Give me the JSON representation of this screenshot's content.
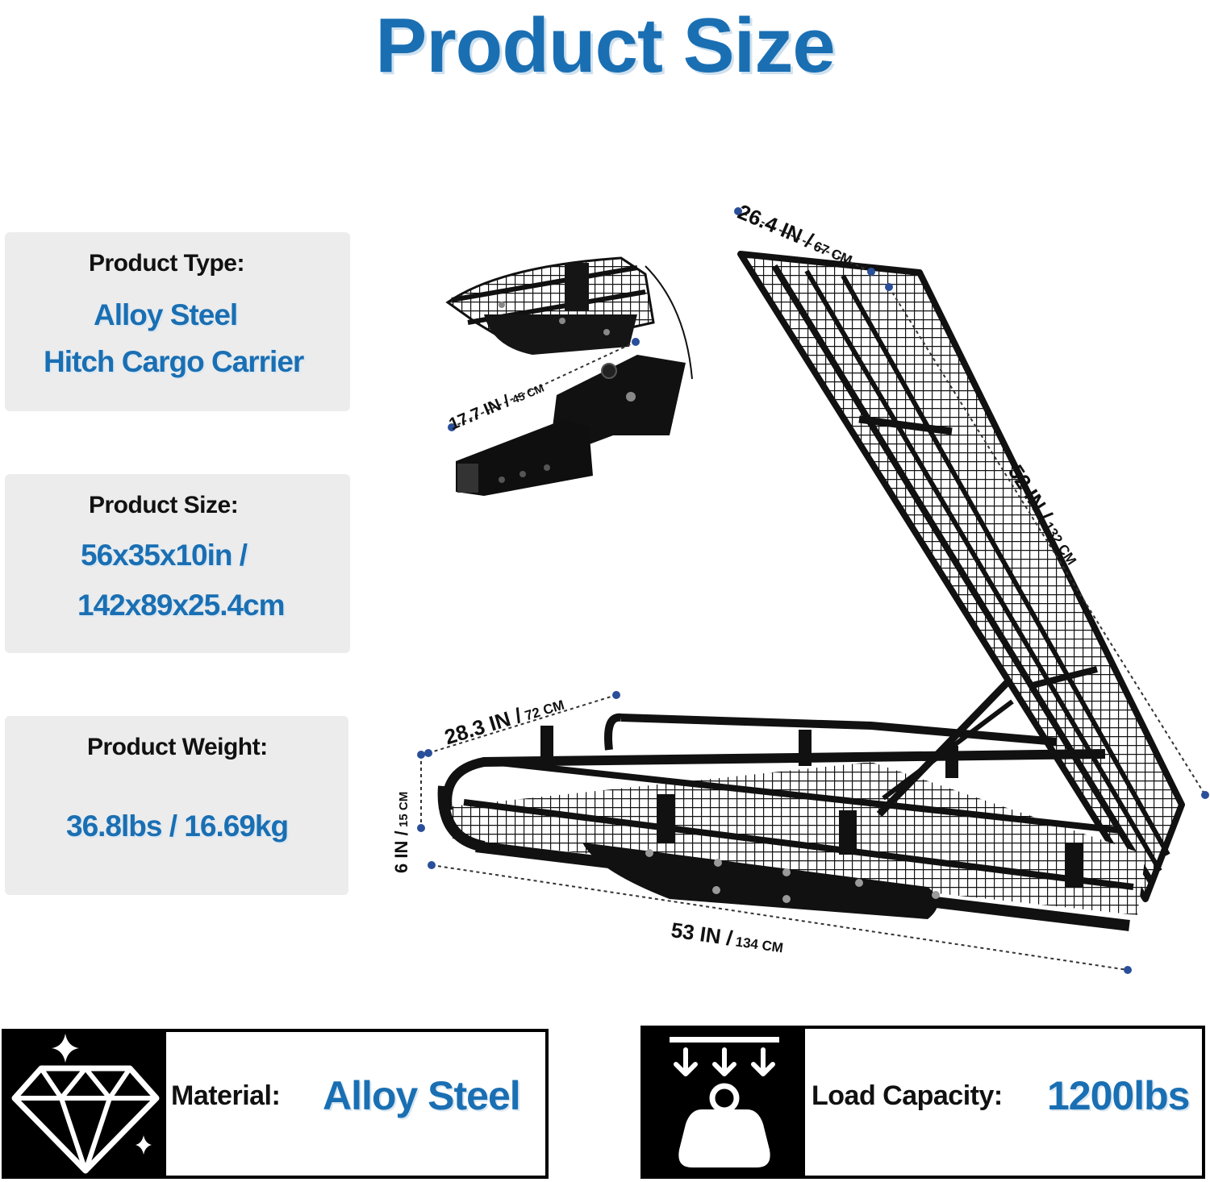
{
  "title": "Product Size",
  "specs": [
    {
      "label": "Product Type:",
      "value_lines": [
        "Alloy Steel",
        "Hitch Cargo Carrier"
      ]
    },
    {
      "label": "Product Size:",
      "value_lines": [
        "56x35x10in /",
        "142x89x25.4cm"
      ]
    },
    {
      "label": "Product Weight:",
      "value_lines": [
        "36.8lbs / 16.69kg"
      ]
    }
  ],
  "dimensions": {
    "hitch": {
      "imperial": "17.7 IN /",
      "metric": "45 CM"
    },
    "top_width": {
      "imperial": "26.4 IN /",
      "metric": "67 CM"
    },
    "ramp_length": {
      "imperial": "52 IN /",
      "metric": "132 CM"
    },
    "basket_depth": {
      "imperial": "28.3 IN /",
      "metric": "72 CM"
    },
    "height": {
      "imperial": "6 IN /",
      "metric": "15 CM"
    },
    "basket_length": {
      "imperial": "53 IN /",
      "metric": "134 CM"
    }
  },
  "features": {
    "material": {
      "label": "Material:",
      "value": "Alloy Steel",
      "icon": "diamond-icon"
    },
    "load": {
      "label": "Load Capacity:",
      "value": "1200lbs",
      "icon": "weight-icon"
    }
  },
  "colors": {
    "accent": "#1a6fb3",
    "card": "#ececec",
    "dot": "#2a4f9a"
  }
}
